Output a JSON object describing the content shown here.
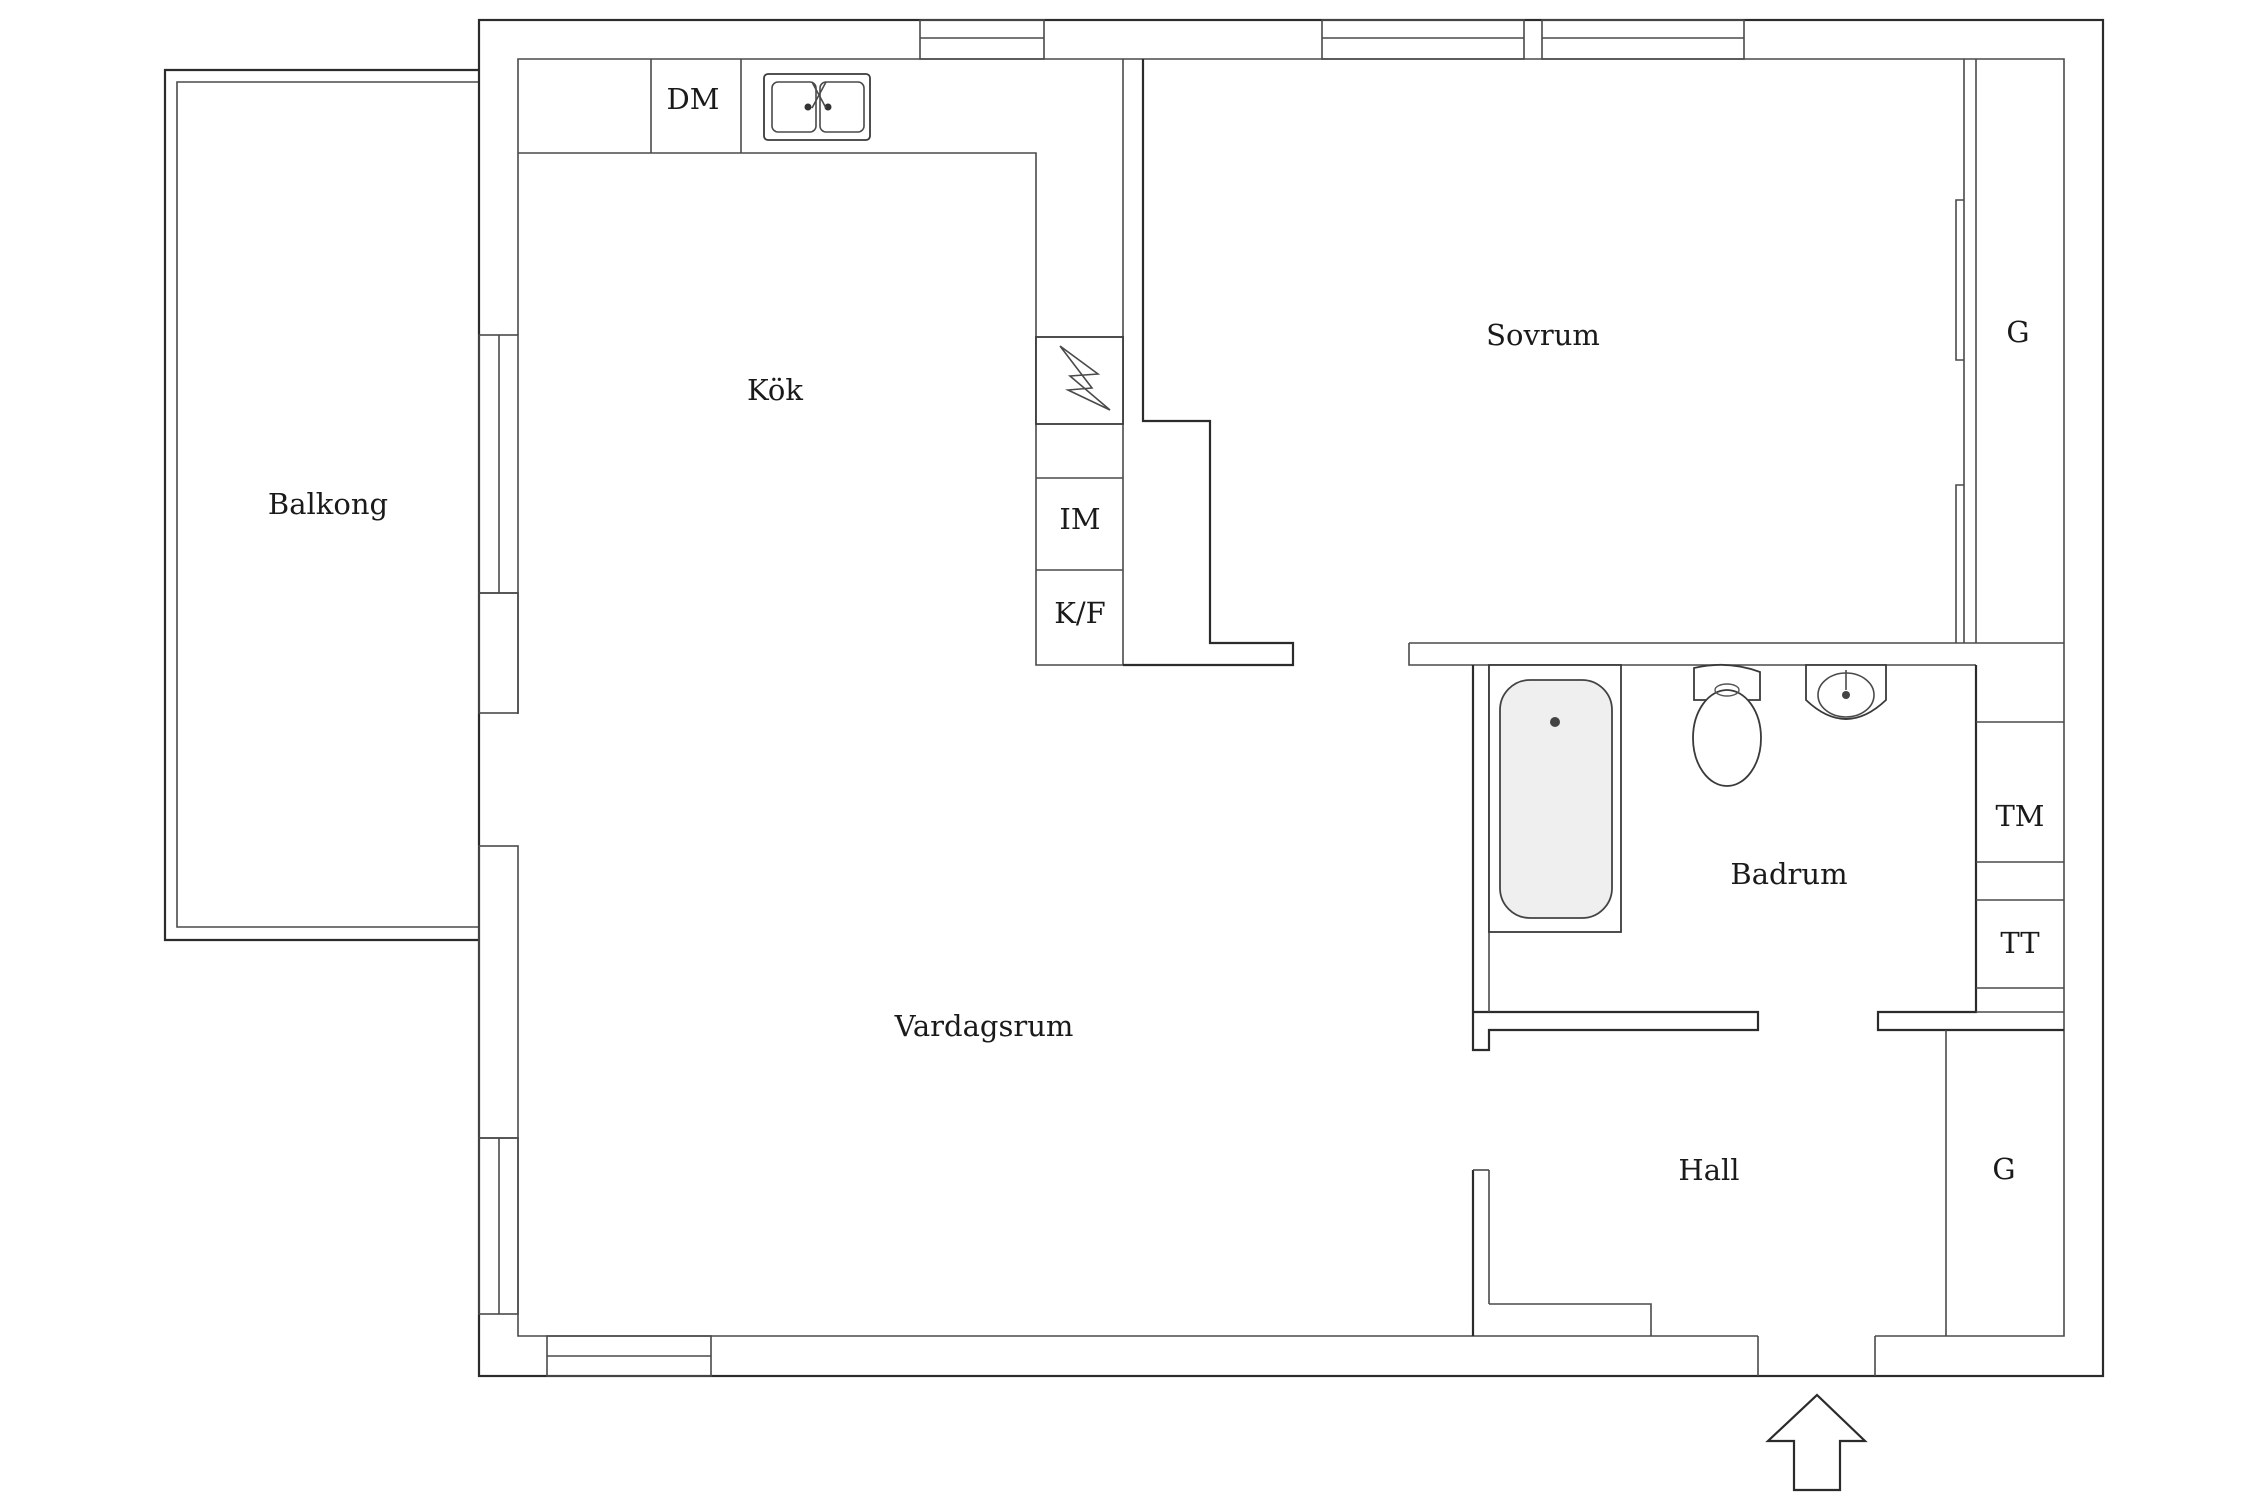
{
  "rooms": {
    "balkong": "Balkong",
    "kok": "Kök",
    "sovrum": "Sovrum",
    "vardagsrum": "Vardagsrum",
    "badrum": "Badrum",
    "hall": "Hall"
  },
  "fixtures": {
    "dishwasher": "DM",
    "freezer": "IM",
    "fridge_freezer": "K/F",
    "washer": "TM",
    "dryer": "TT",
    "wardrobe_bedroom": "G",
    "wardrobe_hall": "G"
  },
  "entrance": {
    "arrow_icon": "up-arrow-icon"
  }
}
